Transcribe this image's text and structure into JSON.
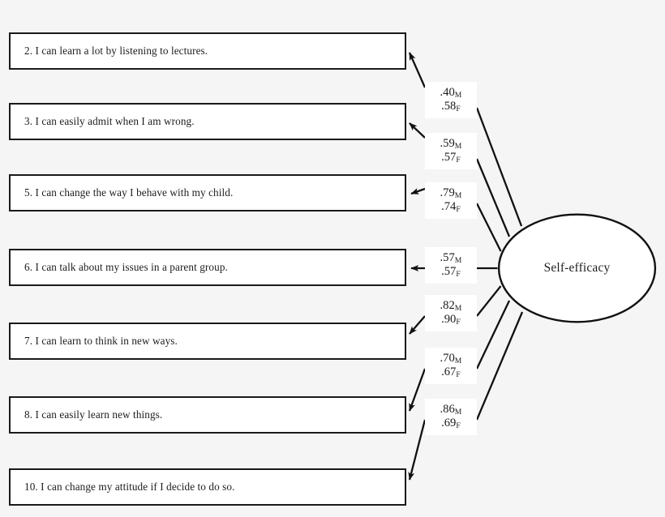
{
  "diagram": {
    "type": "sem-path-diagram",
    "latent_factor": {
      "name": "Self-efficacy",
      "shape": "ellipse"
    },
    "subscript_legend": {
      "male": "M",
      "female": "F"
    },
    "indicators": [
      {
        "id": "item-2",
        "text": "2. I can learn a lot by listening to lectures.",
        "loading_male": ".40",
        "loading_female": ".58",
        "sub_male": "M",
        "sub_female": "F"
      },
      {
        "id": "item-3",
        "text": "3. I can easily admit when I am wrong.",
        "loading_male": ".59",
        "loading_female": ".57",
        "sub_male": "M",
        "sub_female": "F"
      },
      {
        "id": "item-5",
        "text": "5. I can change the way I behave with my child.",
        "loading_male": ".79",
        "loading_female": ".74",
        "sub_male": "M",
        "sub_female": "F"
      },
      {
        "id": "item-6",
        "text": "6. I can talk about my issues in a parent group.",
        "loading_male": ".57",
        "loading_female": ".57",
        "sub_male": "M",
        "sub_female": "F"
      },
      {
        "id": "item-7",
        "text": "7. I can learn to think in new ways.",
        "loading_male": ".82",
        "loading_female": ".90",
        "sub_male": "M",
        "sub_female": "F"
      },
      {
        "id": "item-8",
        "text": "8. I can easily learn new things.",
        "loading_male": ".70",
        "loading_female": ".67",
        "sub_male": "M",
        "sub_female": "F"
      },
      {
        "id": "item-10",
        "text": "10. I can change my attitude if I decide to do so.",
        "loading_male": ".86",
        "loading_female": ".69",
        "sub_male": "M",
        "sub_female": "F"
      }
    ],
    "colors": {
      "background": "#f5f5f5",
      "surface": "#ffffff",
      "stroke": "#1a1a1a",
      "text": "#1d1d1d"
    }
  }
}
